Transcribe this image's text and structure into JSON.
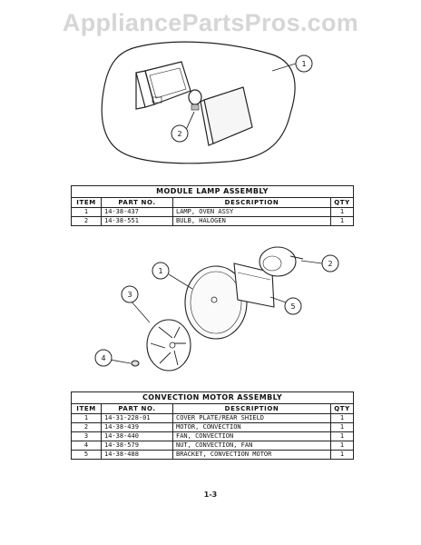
{
  "watermark": "AppliancePartsPros.com",
  "callouts": {
    "fig1": [
      "1",
      "2"
    ],
    "fig2": [
      "1",
      "2",
      "3",
      "4",
      "5"
    ]
  },
  "table1": {
    "title": "MODULE LAMP ASSEMBLY",
    "headers": [
      "ITEM",
      "PART NO.",
      "DESCRIPTION",
      "QTY"
    ],
    "rows": [
      [
        "1",
        "14-38-437",
        "LAMP, OVEN ASSY",
        "1"
      ],
      [
        "2",
        "14-38-551",
        "BULB, HALOGEN",
        "1"
      ]
    ]
  },
  "table2": {
    "title": "CONVECTION MOTOR ASSEMBLY",
    "headers": [
      "ITEM",
      "PART NO.",
      "DESCRIPTION",
      "QTY"
    ],
    "rows": [
      [
        "1",
        "14-31-228-01",
        "COVER PLATE/REAR SHIELD",
        "1"
      ],
      [
        "2",
        "14-38-439",
        "MOTOR, CONVECTION",
        "1"
      ],
      [
        "3",
        "14-38-440",
        "FAN, CONVECTION",
        "1"
      ],
      [
        "4",
        "14-38-579",
        "NUT, CONVECTION, FAN",
        "1"
      ],
      [
        "5",
        "14-38-488",
        "BRACKET, CONVECTION MOTOR",
        "1"
      ]
    ]
  },
  "page_number": "1-3"
}
